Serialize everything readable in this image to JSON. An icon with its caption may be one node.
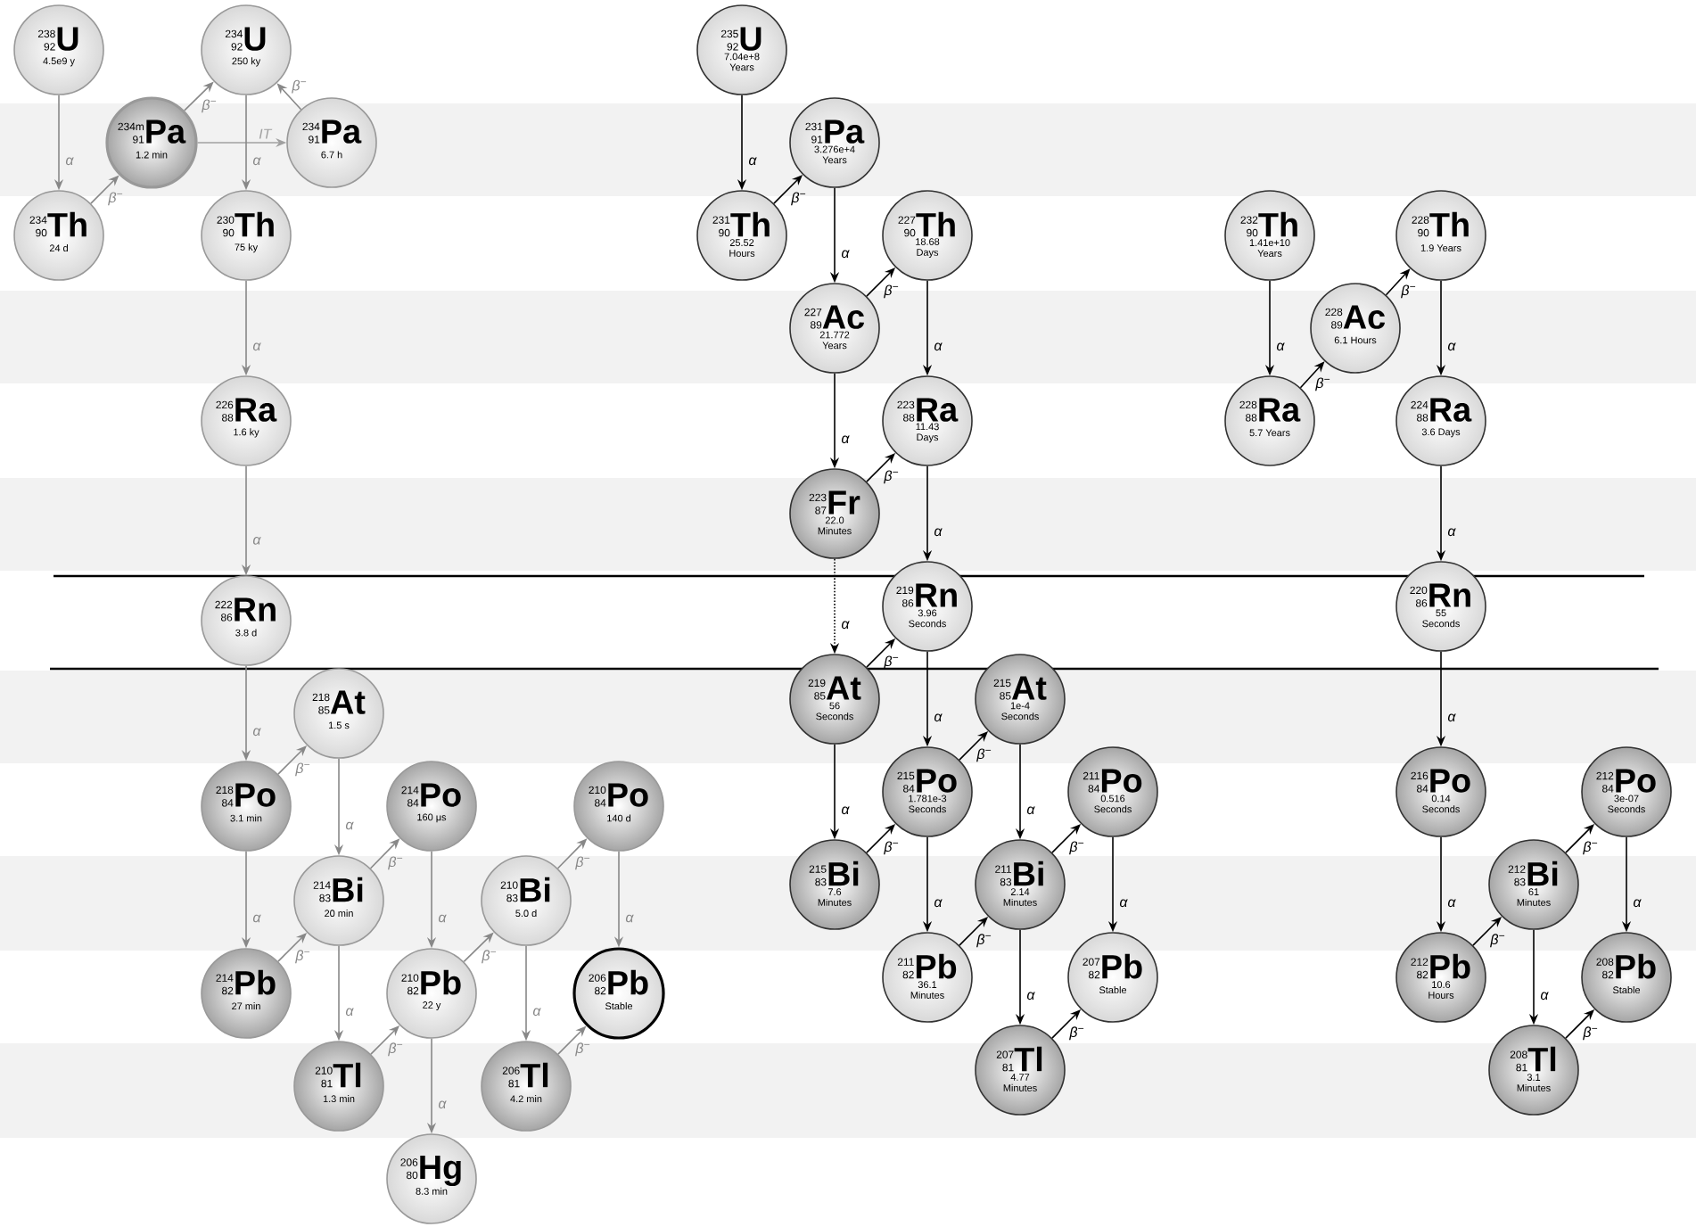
{
  "diagram": {
    "nodes": [
      {
        "text": [
          "238",
          "92",
          "U",
          "4.5e9 y"
        ]
      },
      {
        "text": [
          "234",
          "92",
          "U",
          "250 ky"
        ]
      },
      {
        "text": [
          "234m",
          "91",
          "Pa",
          "1.2 min"
        ]
      },
      {
        "text": [
          "234",
          "91",
          "Pa",
          "6.7 h"
        ]
      },
      {
        "text": [
          "234",
          "90",
          "Th",
          "24 d"
        ]
      },
      {
        "text": [
          "230",
          "90",
          "Th",
          "75 ky"
        ]
      },
      {
        "text": [
          "226",
          "88",
          "Ra",
          "1.6 ky"
        ]
      },
      {
        "text": [
          "222",
          "86",
          "Rn",
          "3.8 d"
        ]
      },
      {
        "text": [
          "218",
          "85",
          "At",
          "1.5 s"
        ]
      },
      {
        "text": [
          "218",
          "84",
          "Po",
          "3.1 min"
        ]
      },
      {
        "text": [
          "214",
          "84",
          "Po",
          "160 μs"
        ]
      },
      {
        "text": [
          "210",
          "84",
          "Po",
          "140 d"
        ]
      },
      {
        "text": [
          "214",
          "83",
          "Bi",
          "20 min"
        ]
      },
      {
        "text": [
          "210",
          "83",
          "Bi",
          "5.0 d"
        ]
      },
      {
        "text": [
          "214",
          "82",
          "Pb",
          "27 min"
        ]
      },
      {
        "text": [
          "210",
          "82",
          "Pb",
          "22 y"
        ]
      },
      {
        "text": [
          "206",
          "82",
          "Pb",
          "Stable"
        ]
      },
      {
        "text": [
          "210",
          "81",
          "Tl",
          "1.3 min"
        ]
      },
      {
        "text": [
          "206",
          "81",
          "Tl",
          "4.2 min"
        ]
      },
      {
        "text": [
          "206",
          "80",
          "Hg",
          "8.3 min"
        ]
      },
      {
        "text": [
          "235",
          "92",
          "U",
          "7.04e+8 Years"
        ]
      },
      {
        "text": [
          "231",
          "91",
          "Pa",
          "3.276e+4 Years"
        ]
      },
      {
        "text": [
          "231",
          "90",
          "Th",
          "25.52 Hours"
        ]
      },
      {
        "text": [
          "227",
          "90",
          "Th",
          "18.68 Days"
        ]
      },
      {
        "text": [
          "227",
          "89",
          "Ac",
          "21.772 Years"
        ]
      },
      {
        "text": [
          "223",
          "88",
          "Ra",
          "11.43 Days"
        ]
      },
      {
        "text": [
          "223",
          "87",
          "Fr",
          "22.0 Minutes"
        ]
      },
      {
        "text": [
          "219",
          "86",
          "Rn",
          "3.96 Seconds"
        ]
      },
      {
        "text": [
          "219",
          "85",
          "At",
          "56 Seconds"
        ]
      },
      {
        "text": [
          "215",
          "85",
          "At",
          "1e-4 Seconds"
        ]
      },
      {
        "text": [
          "215",
          "84",
          "Po",
          "1.781e-3 Seconds"
        ]
      },
      {
        "text": [
          "211",
          "84",
          "Po",
          "0.516 Seconds"
        ]
      },
      {
        "text": [
          "215",
          "83",
          "Bi",
          "7.6 Minutes"
        ]
      },
      {
        "text": [
          "211",
          "83",
          "Bi",
          "2.14 Minutes"
        ]
      },
      {
        "text": [
          "211",
          "82",
          "Pb",
          "36.1 Minutes"
        ]
      },
      {
        "text": [
          "207",
          "82",
          "Pb",
          "Stable"
        ]
      },
      {
        "text": [
          "207",
          "81",
          "Tl",
          "4.77 Minutes"
        ]
      },
      {
        "text": [
          "232",
          "90",
          "Th",
          "1.41e+10 Years"
        ]
      },
      {
        "text": [
          "228",
          "90",
          "Th",
          "1.9 Years"
        ]
      },
      {
        "text": [
          "228",
          "89",
          "Ac",
          "6.1 Hours"
        ]
      },
      {
        "text": [
          "228",
          "88",
          "Ra",
          "5.7 Years"
        ]
      },
      {
        "text": [
          "224",
          "88",
          "Ra",
          "3.6 Days"
        ]
      },
      {
        "text": [
          "220",
          "86",
          "Rn",
          "55 Seconds"
        ]
      },
      {
        "text": [
          "216",
          "84",
          "Po",
          "0.14 Seconds"
        ]
      },
      {
        "text": [
          "212",
          "84",
          "Po",
          "3e-07 Seconds"
        ]
      },
      {
        "text": [
          "212",
          "83",
          "Bi",
          "61 Minutes"
        ]
      },
      {
        "text": [
          "212",
          "82",
          "Pb",
          "10.6 Hours"
        ]
      },
      {
        "text": [
          "208",
          "82",
          "Pb",
          "Stable"
        ]
      },
      {
        "text": [
          "208",
          "81",
          "Tl",
          "3.1 Minutes"
        ]
      }
    ],
    "edges": [
      {
        "from": 0,
        "to": 4,
        "arrow": "to",
        "label": "α",
        "color": "#888888"
      },
      {
        "from": 4,
        "to": 2,
        "arrow": "to",
        "label": "β$^{−}$",
        "color": "#888888"
      },
      {
        "from": 2,
        "to": 1,
        "arrow": "to",
        "label": "β$^{−}$",
        "color": "#888888"
      },
      {
        "from": 2,
        "to": 3,
        "arrow": "to",
        "label": "IT",
        "color": "#a0a0a0"
      },
      {
        "from": 3,
        "to": 1,
        "arrow": "to",
        "label": "β$^{−}$",
        "color": "#888888"
      },
      {
        "from": 1,
        "to": 5,
        "arrow": "to",
        "label": "α",
        "color": "#888888"
      },
      {
        "from": 5,
        "to": 6,
        "arrow": "to",
        "label": "α",
        "color": "#888888"
      },
      {
        "from": 6,
        "to": 7,
        "arrow": "to",
        "label": "α",
        "color": "#888888"
      },
      {
        "from": 7,
        "to": 9,
        "arrow": "to",
        "label": "α",
        "color": "#888888"
      },
      {
        "from": 9,
        "to": 8,
        "arrow": "to",
        "label": "β$^{−}$",
        "color": "#888888"
      },
      {
        "from": 8,
        "to": 12,
        "arrow": "to",
        "label": "α",
        "color": "#888888"
      },
      {
        "from": 9,
        "to": 14,
        "arrow": "to",
        "label": "α",
        "color": "#888888"
      },
      {
        "from": 14,
        "to": 12,
        "arrow": "to",
        "label": "β$^{−}$",
        "color": "#888888"
      },
      {
        "from": 12,
        "to": 10,
        "arrow": "to",
        "label": "β$^{−}$",
        "color": "#888888"
      },
      {
        "from": 12,
        "to": 17,
        "arrow": "to",
        "label": "α",
        "color": "#888888"
      },
      {
        "from": 10,
        "to": 15,
        "arrow": "to",
        "label": "α",
        "color": "#888888"
      },
      {
        "from": 17,
        "to": 15,
        "arrow": "to",
        "label": "β$^{−}$",
        "color": "#888888"
      },
      {
        "from": 15,
        "to": 13,
        "arrow": "to",
        "label": "β$^{−}$",
        "color": "#888888"
      },
      {
        "from": 15,
        "to": 19,
        "arrow": "to",
        "label": "α",
        "color": "#888888"
      },
      {
        "from": 13,
        "to": 11,
        "arrow": "to",
        "label": "β$^{−}$",
        "color": "#888888"
      },
      {
        "from": 13,
        "to": 18,
        "arrow": "to",
        "label": "α",
        "color": "#888888"
      },
      {
        "from": 11,
        "to": 16,
        "arrow": "to",
        "label": "α",
        "color": "#888888"
      },
      {
        "from": 18,
        "to": 16,
        "arrow": "to",
        "label": "β$^{−}$",
        "color": "#888888"
      },
      {
        "from": 20,
        "to": 22,
        "arrow": "to",
        "label": "α"
      },
      {
        "from": 22,
        "to": 21,
        "arrow": "to",
        "label": "β$^{−}$"
      },
      {
        "from": 21,
        "to": 24,
        "arrow": "to",
        "label": "α"
      },
      {
        "from": 24,
        "to": 23,
        "arrow": "to",
        "label": "β$^{−}$"
      },
      {
        "from": 23,
        "to": 25,
        "arrow": "to",
        "label": "α"
      },
      {
        "from": 24,
        "to": 26,
        "arrow": "to",
        "label": "α"
      },
      {
        "from": 26,
        "to": 25,
        "arrow": "to",
        "label": "β$^{−}$"
      },
      {
        "from": 25,
        "to": 27,
        "arrow": "to",
        "label": "α"
      },
      {
        "from": 26,
        "to": 28,
        "arrow": "to",
        "label": "α",
        "style": "dashed"
      },
      {
        "from": 28,
        "to": 27,
        "arrow": "to",
        "label": "β$^{−}$"
      },
      {
        "from": 27,
        "to": 30,
        "arrow": "to",
        "label": "α"
      },
      {
        "from": 28,
        "to": 32,
        "arrow": "to",
        "label": "α"
      },
      {
        "from": 32,
        "to": 30,
        "arrow": "to",
        "label": "β$^{−}$"
      },
      {
        "from": 30,
        "to": 29,
        "arrow": "to",
        "label": "β$^{−}$"
      },
      {
        "from": 30,
        "to": 34,
        "arrow": "to",
        "label": "α"
      },
      {
        "from": 29,
        "to": 33,
        "arrow": "to",
        "label": "α"
      },
      {
        "from": 34,
        "to": 33,
        "arrow": "to",
        "label": "β$^{−}$"
      },
      {
        "from": 33,
        "to": 31,
        "arrow": "to",
        "label": "β$^{−}$"
      },
      {
        "from": 33,
        "to": 36,
        "arrow": "to",
        "label": "α"
      },
      {
        "from": 31,
        "to": 35,
        "arrow": "to",
        "label": "α"
      },
      {
        "from": 36,
        "to": 35,
        "arrow": "to",
        "label": "β$^{−}$"
      },
      {
        "from": 37,
        "to": 40,
        "arrow": "to",
        "label": "α"
      },
      {
        "from": 40,
        "to": 39,
        "arrow": "to",
        "label": "β$^{−}$"
      },
      {
        "from": 39,
        "to": 38,
        "arrow": "to",
        "label": "β$^{−}$"
      },
      {
        "from": 38,
        "to": 41,
        "arrow": "to",
        "label": "α"
      },
      {
        "from": 41,
        "to": 42,
        "arrow": "to",
        "label": "α"
      },
      {
        "from": 42,
        "to": 43,
        "arrow": "to",
        "label": "α"
      },
      {
        "from": 43,
        "to": 46,
        "arrow": "to",
        "label": "α"
      },
      {
        "from": 46,
        "to": 45,
        "arrow": "to",
        "label": "β$^{−}$"
      },
      {
        "from": 45,
        "to": 44,
        "arrow": "to",
        "label": "β$^{−}$"
      },
      {
        "from": 45,
        "to": 48,
        "arrow": "to",
        "label": "α"
      },
      {
        "from": 44,
        "to": 47,
        "arrow": "to",
        "label": "α"
      },
      {
        "from": 48,
        "to": 47,
        "arrow": "to",
        "label": "β$^{−}$"
      }
    ]
  }
}
